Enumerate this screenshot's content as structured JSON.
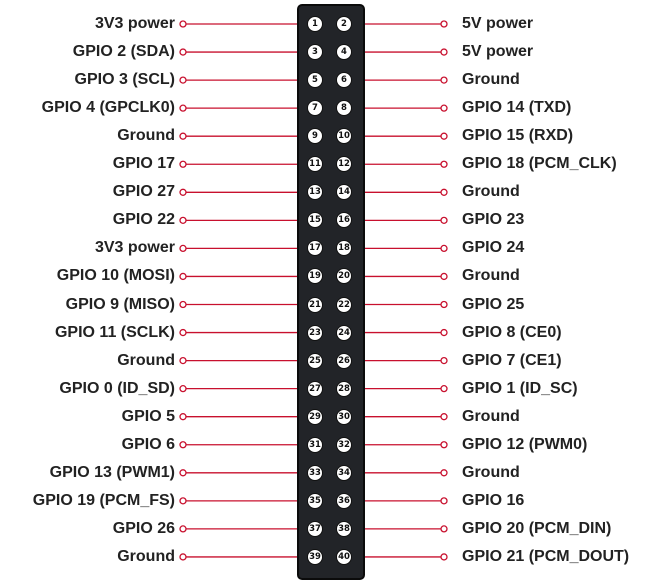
{
  "accent_color": "#c8102e",
  "pins": [
    {
      "left": {
        "number": "1",
        "label": "3V3 power"
      },
      "right": {
        "number": "2",
        "label": "5V power"
      }
    },
    {
      "left": {
        "number": "3",
        "label": "GPIO 2 (SDA)"
      },
      "right": {
        "number": "4",
        "label": "5V power"
      }
    },
    {
      "left": {
        "number": "5",
        "label": "GPIO 3 (SCL)"
      },
      "right": {
        "number": "6",
        "label": "Ground"
      }
    },
    {
      "left": {
        "number": "7",
        "label": "GPIO 4 (GPCLK0)"
      },
      "right": {
        "number": "8",
        "label": "GPIO 14 (TXD)"
      }
    },
    {
      "left": {
        "number": "9",
        "label": "Ground"
      },
      "right": {
        "number": "10",
        "label": "GPIO 15 (RXD)"
      }
    },
    {
      "left": {
        "number": "11",
        "label": "GPIO 17"
      },
      "right": {
        "number": "12",
        "label": "GPIO 18 (PCM_CLK)"
      }
    },
    {
      "left": {
        "number": "13",
        "label": "GPIO 27"
      },
      "right": {
        "number": "14",
        "label": "Ground"
      }
    },
    {
      "left": {
        "number": "15",
        "label": "GPIO 22"
      },
      "right": {
        "number": "16",
        "label": "GPIO 23"
      }
    },
    {
      "left": {
        "number": "17",
        "label": "3V3 power"
      },
      "right": {
        "number": "18",
        "label": "GPIO 24"
      }
    },
    {
      "left": {
        "number": "19",
        "label": "GPIO 10 (MOSI)"
      },
      "right": {
        "number": "20",
        "label": "Ground"
      }
    },
    {
      "left": {
        "number": "21",
        "label": "GPIO 9 (MISO)"
      },
      "right": {
        "number": "22",
        "label": "GPIO 25"
      }
    },
    {
      "left": {
        "number": "23",
        "label": "GPIO 11 (SCLK)"
      },
      "right": {
        "number": "24",
        "label": "GPIO 8 (CE0)"
      }
    },
    {
      "left": {
        "number": "25",
        "label": "Ground"
      },
      "right": {
        "number": "26",
        "label": "GPIO 7 (CE1)"
      }
    },
    {
      "left": {
        "number": "27",
        "label": "GPIO 0 (ID_SD)"
      },
      "right": {
        "number": "28",
        "label": "GPIO 1 (ID_SC)"
      }
    },
    {
      "left": {
        "number": "29",
        "label": "GPIO 5"
      },
      "right": {
        "number": "30",
        "label": "Ground"
      }
    },
    {
      "left": {
        "number": "31",
        "label": "GPIO 6"
      },
      "right": {
        "number": "32",
        "label": "GPIO 12 (PWM0)"
      }
    },
    {
      "left": {
        "number": "33",
        "label": "GPIO 13 (PWM1)"
      },
      "right": {
        "number": "34",
        "label": "Ground"
      }
    },
    {
      "left": {
        "number": "35",
        "label": "GPIO 19 (PCM_FS)"
      },
      "right": {
        "number": "36",
        "label": "GPIO 16"
      }
    },
    {
      "left": {
        "number": "37",
        "label": "GPIO 26"
      },
      "right": {
        "number": "38",
        "label": "GPIO 20 (PCM_DIN)"
      }
    },
    {
      "left": {
        "number": "39",
        "label": "Ground"
      },
      "right": {
        "number": "40",
        "label": "GPIO 21 (PCM_DOUT)"
      }
    }
  ]
}
